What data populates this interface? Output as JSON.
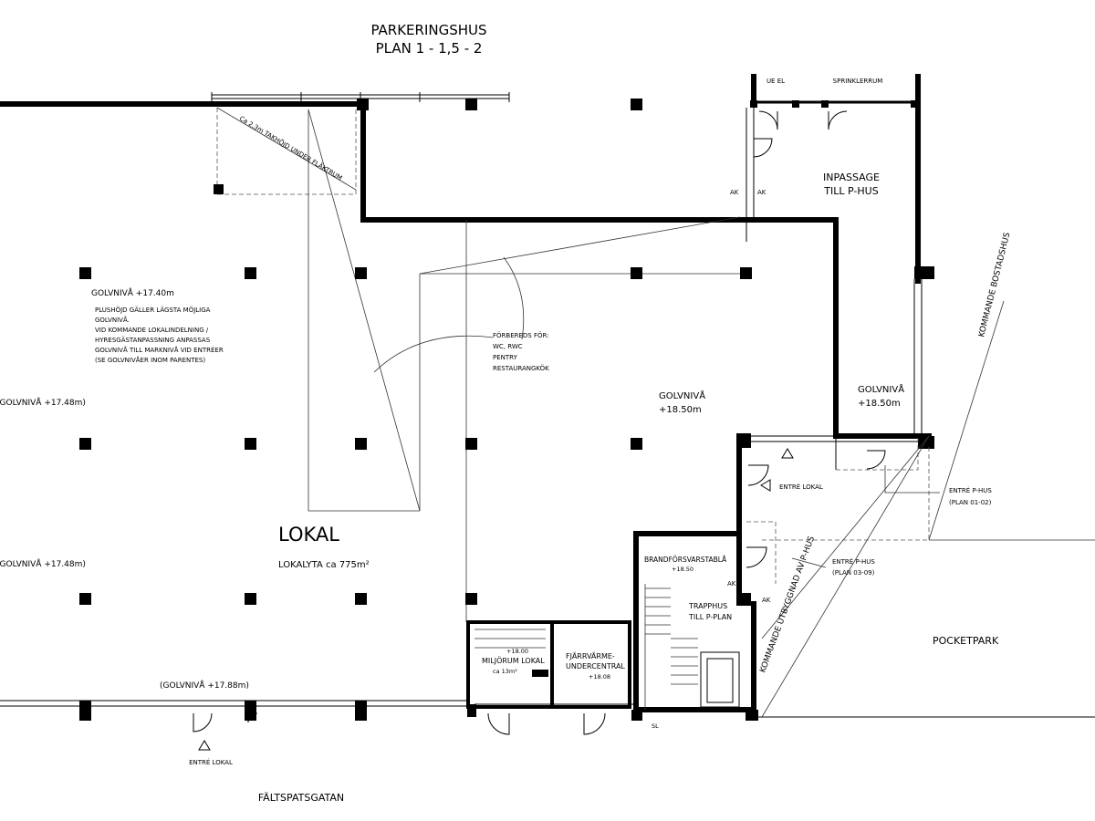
{
  "title": {
    "line1": "PARKERINGSHUS",
    "line2": "PLAN 1 - 1,5 - 2"
  },
  "labels": {
    "ue_el": "UE EL",
    "sprinklerrum": "SPRINKLERRUM",
    "takhojd": "Ca 2,3m TAKHÖJD UNDER FLÄKTRUM",
    "ak1": "AK",
    "ak2": "AK",
    "inpassage_1": "INPASSAGE",
    "inpassage_2": "TILL P-HUS",
    "golvniva_1740": "GOLVNIVÅ +17.40m",
    "note_1": "PLUSHÖJD GÄLLER LÄGSTA MÖJLIGA",
    "note_2": "GOLVNIVÅ.",
    "note_3": "VID KOMMANDE LOKALINDELNING /",
    "note_4": "HYRESGÄSTANPASSNING ANPASSAS",
    "note_5": "GOLVNIVÅ TILL MARKNIVÅ VID ENTRÉER",
    "note_6": "(SE GOLVNIVÅER INOM PARENTES)",
    "forbereds_1": "FÖRBEREDS FÖR:",
    "forbereds_2": "WC, RWC",
    "forbereds_3": "PENTRY",
    "forbereds_4": "RESTAURANGKÖK",
    "golvniva_a": "(GOLVNIVÅ +17.48m)",
    "golvniva_b": "(GOLVNIVÅ +17.48m)",
    "golvniva_1850_1": "GOLVNIVÅ",
    "golvniva_1850_2": "+18.50m",
    "golvniva_1850b_1": "GOLVNIVÅ",
    "golvniva_1850b_2": "+18.50m",
    "kommande_bostadshus": "KOMMANDE BOSTADSHUS",
    "entre_lokal_1": "ENTRÉ LOKAL",
    "entre_phus_1": "ENTRÉ P-HUS",
    "plan_0102": "(PLAN 01-02)",
    "lokal": "LOKAL",
    "lokalyta": "LOKALYTA ca 775m²",
    "brand_1": "BRANDFÖRSVARSTABLÅ",
    "brand_2": "+18.50",
    "ak3": "AK",
    "ak4": "AK",
    "entre_phus_2": "ENTRÉ P-HUS",
    "plan_0309": "(PLAN 03-09)",
    "trapphus_1": "TRAPPHUS",
    "trapphus_2": "TILL P-PLAN",
    "kommande_utbyggnad": "KOMMANDE UTBYGGNAD AV P-HUS",
    "pocketpark": "POCKETPARK",
    "miljo_1": "+18.00",
    "miljo_2": "MILJÖRUM LOKAL",
    "miljo_3": "ca 13m²",
    "fjarr_1": "FJÄRRVÄRME-",
    "fjarr_2": "UNDERCENTRAL",
    "fjarr_3": "+18.08",
    "golvniva_1788": "(GOLVNIVÅ +17.88m)",
    "sl": "SL",
    "entre_lokal_2": "ENTRÉ LOKAL",
    "faltspatsgatan": "FÄLTSPATSGATAN"
  }
}
